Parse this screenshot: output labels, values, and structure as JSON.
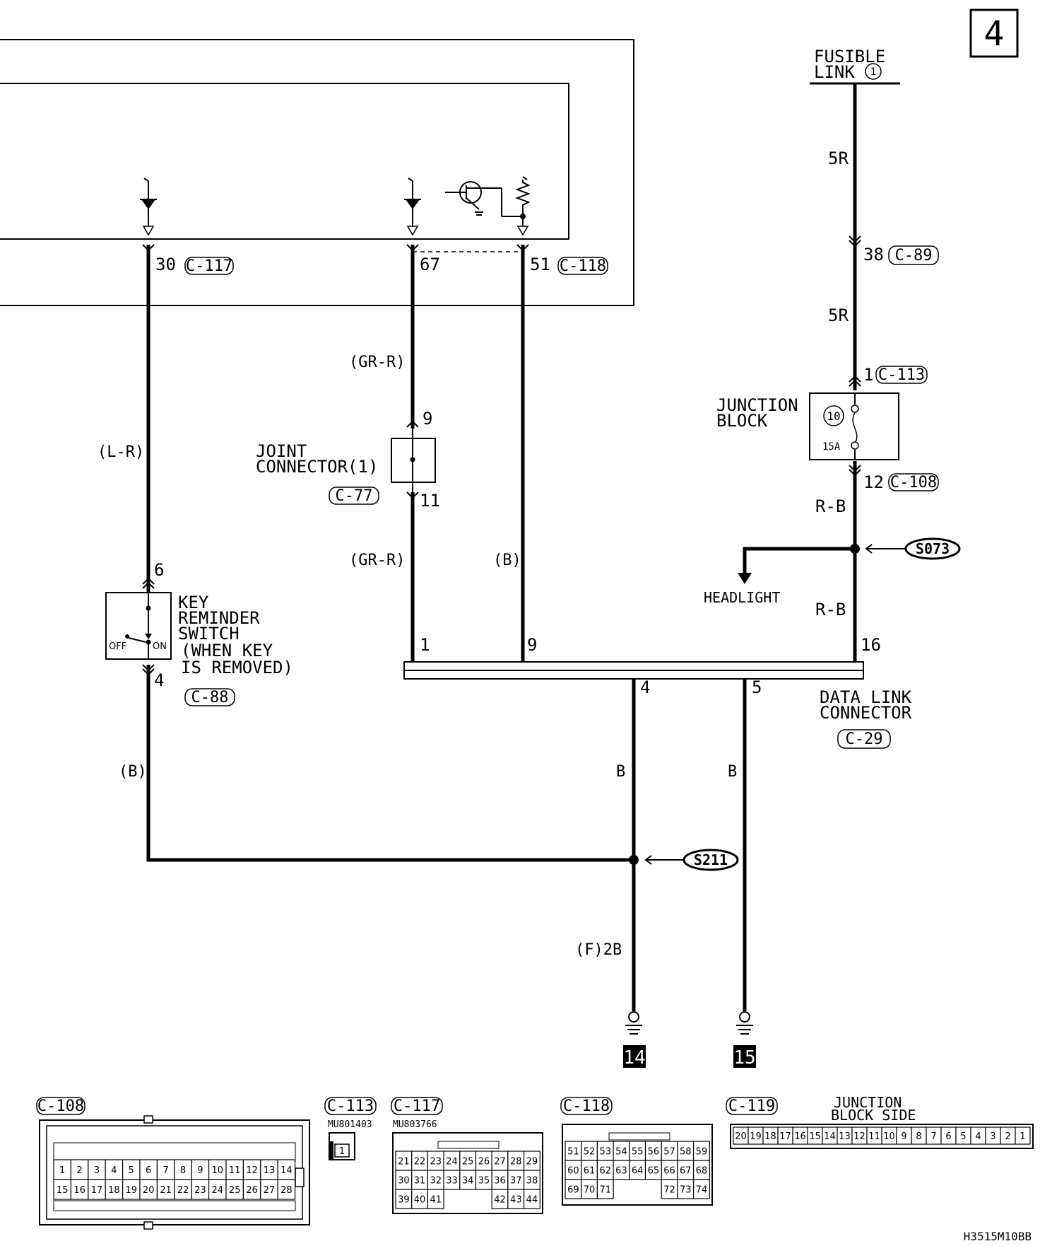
{
  "page_number": "4",
  "fusible_link": {
    "line1": "FUSIBLE",
    "line2": "LINK",
    "num": "1"
  },
  "wires": {
    "fl_upper": "5R",
    "fl_lower": "5R",
    "lr": "(L-R)",
    "grr_upper": "(GR-R)",
    "grr_lower": "(GR-R)",
    "b_mid": "(B)",
    "rb_upper": "R-B",
    "rb_lower": "R-B",
    "b_left": "(B)",
    "b_4": "B",
    "b_5": "B",
    "f2b": "(F)2B"
  },
  "connector_pins": {
    "p30": "30",
    "c117": "C-117",
    "p67": "67",
    "p51": "51",
    "c118": "C-118",
    "p38": "38",
    "c89": "C-89",
    "p1": "1",
    "c113": "C-113",
    "p12": "12",
    "c108": "C-108",
    "jc9": "9",
    "jc11": "11",
    "k6": "6",
    "k4": "4",
    "dl1": "1",
    "dl9": "9",
    "dl16": "16",
    "dl4": "4",
    "dl5": "5"
  },
  "junction_block": {
    "line1": "JUNCTION",
    "line2": "BLOCK",
    "fuse_no": "10",
    "rating": "15A"
  },
  "joint_connector": {
    "line1": "JOINT",
    "line2": "CONNECTOR(1)",
    "code": "C-77"
  },
  "key_switch": {
    "line1": "KEY",
    "line2": "REMINDER",
    "line3": "SWITCH",
    "line4": "(WHEN KEY",
    "line5": "IS REMOVED)",
    "code": "C-88",
    "off": "OFF",
    "on": "ON"
  },
  "data_link": {
    "line1": "DATA LINK",
    "line2": "CONNECTOR",
    "code": "C-29"
  },
  "splices": {
    "s073": "S073",
    "s211": "S211"
  },
  "headlight": "HEADLIGHT",
  "grounds": {
    "g14": "14",
    "g15": "15"
  },
  "views": {
    "c108": {
      "label": "C-108",
      "row1": [
        "1",
        "2",
        "3",
        "4",
        "5",
        "6",
        "7",
        "8",
        "9",
        "10",
        "11",
        "12",
        "13",
        "14"
      ],
      "row2": [
        "15",
        "16",
        "17",
        "18",
        "19",
        "20",
        "21",
        "22",
        "23",
        "24",
        "25",
        "26",
        "27",
        "28"
      ]
    },
    "c113": {
      "label": "C-113",
      "part": "MU801403",
      "pin": "1"
    },
    "c117": {
      "label": "C-117",
      "part": "MU803766",
      "row1": [
        "21",
        "22",
        "23",
        "24",
        "25",
        "26",
        "27",
        "28",
        "29"
      ],
      "row2": [
        "30",
        "31",
        "32",
        "33",
        "34",
        "35",
        "36",
        "37",
        "38"
      ],
      "row3": [
        "39",
        "40",
        "41",
        "",
        "",
        "",
        "42",
        "43",
        "44"
      ]
    },
    "c118": {
      "label": "C-118",
      "row1": [
        "51",
        "52",
        "53",
        "54",
        "55",
        "56",
        "57",
        "58",
        "59"
      ],
      "row2": [
        "60",
        "61",
        "62",
        "63",
        "64",
        "65",
        "66",
        "67",
        "68"
      ],
      "row3": [
        "69",
        "70",
        "71",
        "",
        "",
        "",
        "72",
        "73",
        "74"
      ]
    },
    "c119": {
      "label": "C-119",
      "side1": "JUNCTION",
      "side2": "BLOCK SIDE",
      "pins": [
        "20",
        "19",
        "18",
        "17",
        "16",
        "15",
        "14",
        "13",
        "12",
        "11",
        "10",
        "9",
        "8",
        "7",
        "6",
        "5",
        "4",
        "3",
        "2",
        "1"
      ]
    }
  },
  "doc_code": "H3515M10BB"
}
